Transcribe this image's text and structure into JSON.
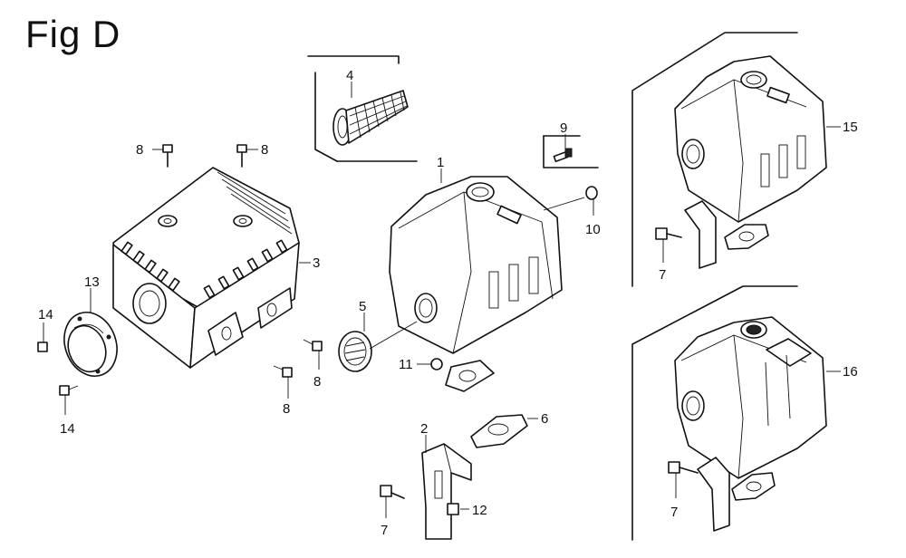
{
  "title": "Fig D",
  "callouts": {
    "c1": "1",
    "c2": "2",
    "c3": "3",
    "c4": "4",
    "c5": "5",
    "c6": "6",
    "c7a": "7",
    "c7b": "7",
    "c7c": "7",
    "c8a": "8",
    "c8b": "8",
    "c8c": "8",
    "c8d": "8",
    "c9": "9",
    "c10": "10",
    "c11": "11",
    "c12": "12",
    "c13": "13",
    "c14a": "14",
    "c14b": "14",
    "c15": "15",
    "c16": "16"
  }
}
